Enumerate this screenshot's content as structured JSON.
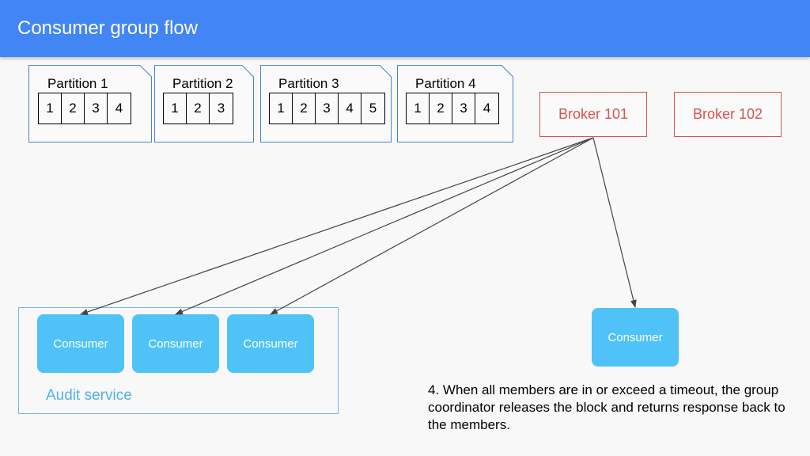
{
  "header": {
    "title": "Consumer group flow"
  },
  "partitions": [
    {
      "label": "Partition 1",
      "cells": [
        "1",
        "2",
        "3",
        "4"
      ]
    },
    {
      "label": "Partition 2",
      "cells": [
        "1",
        "2",
        "3"
      ]
    },
    {
      "label": "Partition 3",
      "cells": [
        "1",
        "2",
        "3",
        "4",
        "5"
      ]
    },
    {
      "label": "Partition 4",
      "cells": [
        "1",
        "2",
        "3",
        "4"
      ]
    }
  ],
  "brokers": [
    {
      "label": "Broker 101"
    },
    {
      "label": "Broker 102"
    }
  ],
  "audit_service": {
    "label": "Audit service",
    "consumers": [
      {
        "label": "Consumer"
      },
      {
        "label": "Consumer"
      },
      {
        "label": "Consumer"
      }
    ]
  },
  "standalone_consumer": {
    "label": "Consumer"
  },
  "note": "4. When all members are in or exceed a timeout, the group coordinator releases the block and returns response back to the members.",
  "colors": {
    "header": "#4285f4",
    "partition_border": "#4a86c8",
    "broker": "#d9534f",
    "consumer": "#4fc3f7",
    "audit_border": "#74b9e4",
    "arrow": "#444444"
  }
}
